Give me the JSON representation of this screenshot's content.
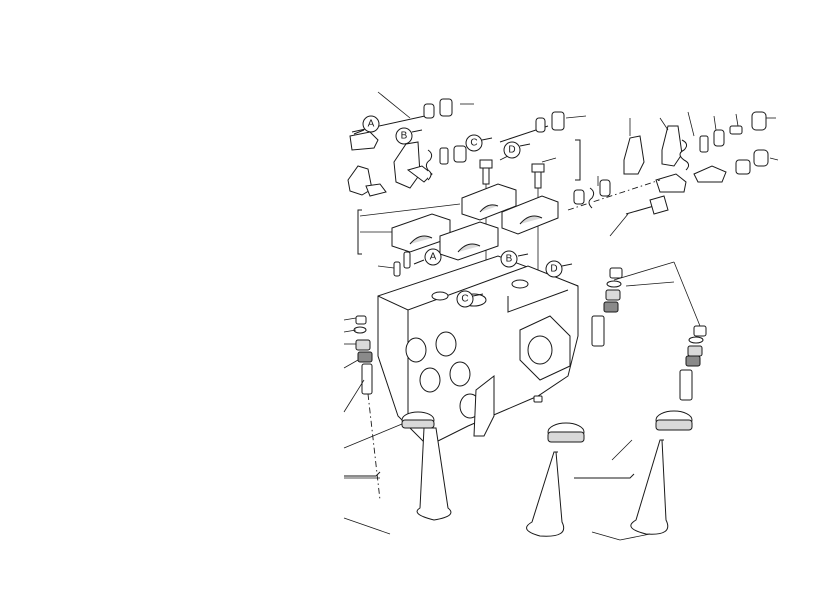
{
  "callouts": {
    "a_top": "A",
    "b_top": "B",
    "c_top": "C",
    "d_top": "D",
    "a_mid": "A",
    "b_mid": "B",
    "c_mid": "C",
    "d_mid": "D"
  }
}
